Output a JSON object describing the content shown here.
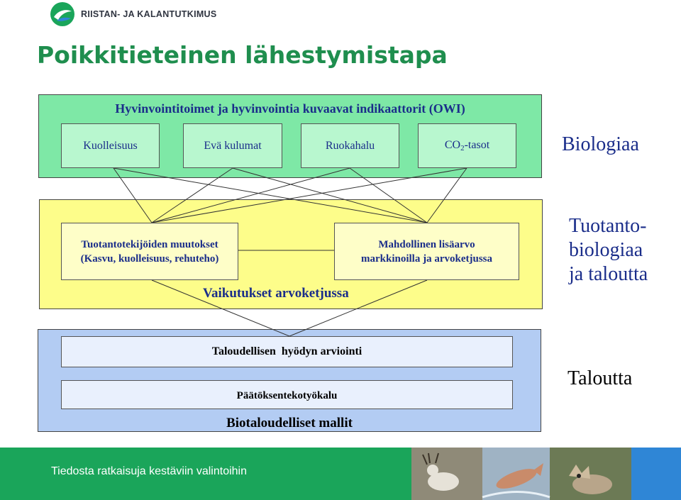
{
  "header": {
    "logo_text": "RIISTAN- JA KALANTUTKIMUS",
    "title": "Poikkitieteinen lähestymistapa"
  },
  "biology": {
    "heading": "Hyvinvointitoimet ja hyvinvointia kuvaavat indikaattorit (OWI)",
    "indicators": [
      "Kuolleisuus",
      "Evä kulumat",
      "Ruokahalu"
    ],
    "co2_main": "CO",
    "co2_sub": "2",
    "co2_rest": "-tasot",
    "side_label": "Biologiaa"
  },
  "production": {
    "left_line1": "Tuotantotekijöiden muutokset",
    "left_line2": "(Kasvu, kuolleisuus, rehuteho)",
    "right_line1": "Mahdollinen lisäarvo",
    "right_line2": "markkinoilla ja arvoketjussa",
    "value_chain": "Vaikutukset arvoketjussa",
    "side_line1": "Tuotanto-",
    "side_line2": "biologiaa",
    "side_line3": "ja taloutta"
  },
  "economy": {
    "box1": "Taloudellisen  hyödyn arviointi",
    "box2": "Päätöksentekotyökalu",
    "models": "Biotaloudelliset mallit",
    "side_label": "Taloutta"
  },
  "footer": {
    "tagline": "Tiedosta ratkaisuja kestäviin valintoihin"
  },
  "colors": {
    "brand_green": "#1aa55a",
    "title_green": "#1f8e4e",
    "panel_green": "#7ee8a6",
    "panel_yellow": "#fdfd8a",
    "panel_blue": "#b3ccf3",
    "text_navy": "#1a2d8a"
  }
}
